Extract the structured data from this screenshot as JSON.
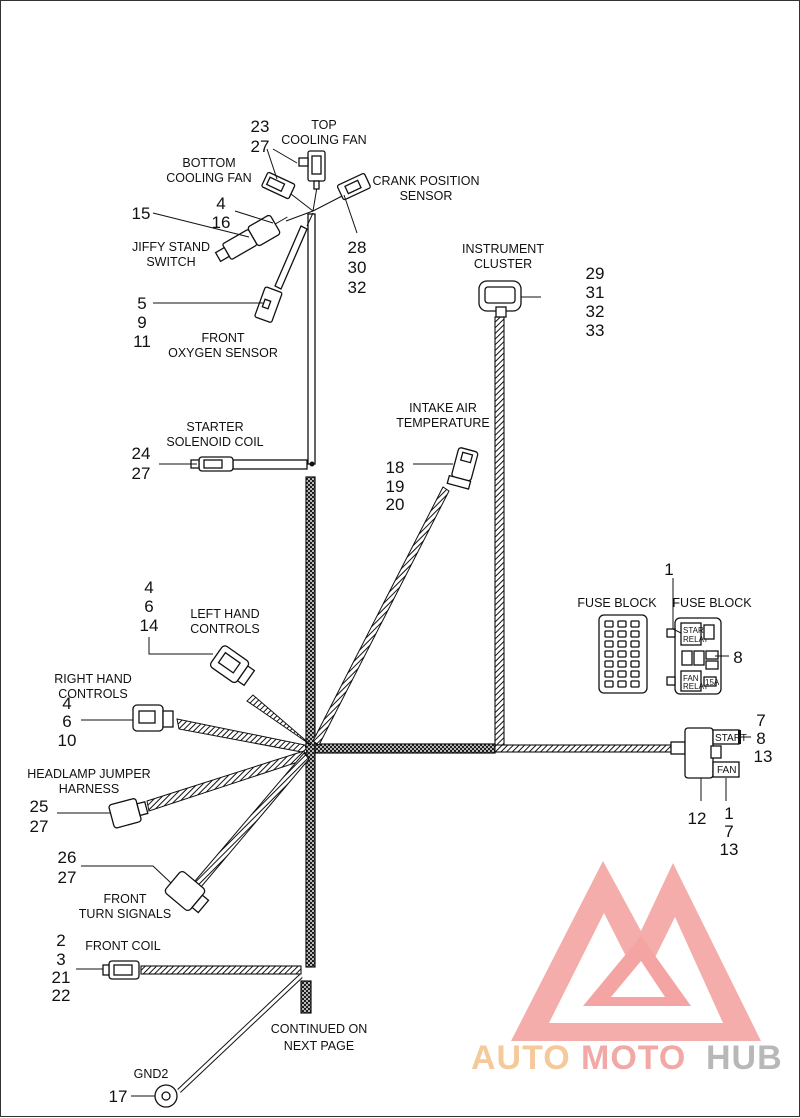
{
  "diagram": {
    "labels": {
      "top_cooling_fan": [
        "TOP",
        "COOLING FAN"
      ],
      "bottom_cooling_fan": [
        "BOTTOM",
        "COOLING FAN"
      ],
      "crank_position_sensor": [
        "CRANK POSITION",
        "SENSOR"
      ],
      "jiffy_stand_switch": [
        "JIFFY STAND",
        "SWITCH"
      ],
      "front_oxygen_sensor": [
        "FRONT",
        "OXYGEN SENSOR"
      ],
      "instrument_cluster": [
        "INSTRUMENT",
        "CLUSTER"
      ],
      "starter_solenoid_coil": [
        "STARTER",
        "SOLENOID COIL"
      ],
      "intake_air_temperature": [
        "INTAKE AIR",
        "TEMPERATURE"
      ],
      "left_hand_controls": [
        "LEFT HAND",
        "CONTROLS"
      ],
      "right_hand_controls": [
        "RIGHT HAND",
        "CONTROLS"
      ],
      "headlamp_jumper_harness": [
        "HEADLAMP JUMPER",
        "HARNESS"
      ],
      "front_turn_signals": [
        "FRONT",
        "TURN SIGNALS"
      ],
      "front_coil": [
        "FRONT COIL"
      ],
      "continued": [
        "CONTINUED ON",
        "NEXT PAGE"
      ],
      "gnd2": [
        "GND2"
      ],
      "fuse_block_left": [
        "FUSE BLOCK"
      ],
      "fuse_block_right": [
        "FUSE BLOCK"
      ],
      "relay_start": "START",
      "relay_fan": "FAN",
      "fuse_small": "15A",
      "relay_start_small": [
        "START",
        "RELAY"
      ],
      "relay_fan_small": [
        "FAN",
        "RELAY"
      ]
    },
    "callouts": {
      "top_fan": [
        "23",
        "27"
      ],
      "bottom_fan": [
        "4",
        "16"
      ],
      "jiffy": [
        "15"
      ],
      "crank": [
        "28",
        "30",
        "32"
      ],
      "oxygen": [
        "5",
        "9",
        "11"
      ],
      "cluster": [
        "29",
        "31",
        "32",
        "33"
      ],
      "starter": [
        "24",
        "27"
      ],
      "iat": [
        "18",
        "19",
        "20"
      ],
      "left_hand": [
        "4",
        "6",
        "14"
      ],
      "right_hand": [
        "4",
        "6",
        "10"
      ],
      "headlamp": [
        "25",
        "27"
      ],
      "turn": [
        "26",
        "27"
      ],
      "coil": [
        "2",
        "3",
        "21",
        "22"
      ],
      "gnd": [
        "17"
      ],
      "fuse_one": [
        "1"
      ],
      "fuse_eight": [
        "8"
      ],
      "start_relay": [
        "7",
        "8",
        "13"
      ],
      "fan_relay_bottom": [
        "1",
        "7",
        "13"
      ],
      "fan_relay_left": [
        "12"
      ]
    },
    "watermark": {
      "word1": "AUTO",
      "word2": "MOTO",
      "word3": "HUB",
      "color1": "#f5c99a",
      "color2": "#f2a9a6",
      "color3": "#b8b8b8"
    }
  }
}
